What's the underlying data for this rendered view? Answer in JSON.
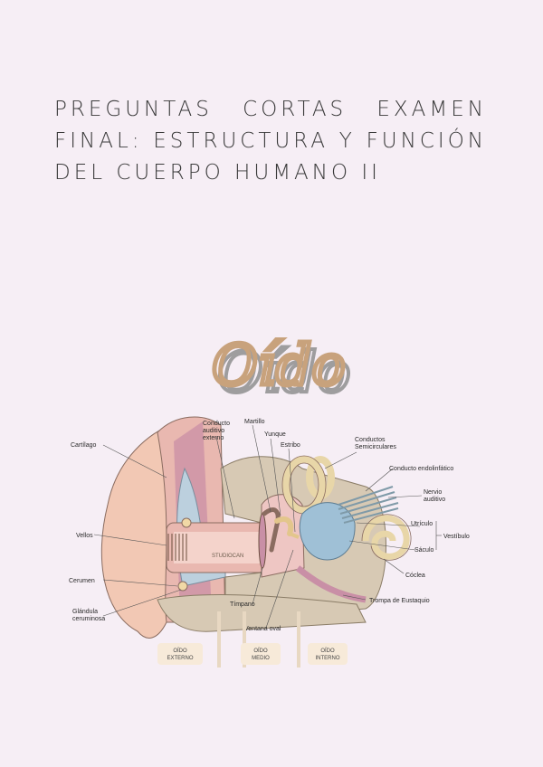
{
  "page": {
    "title": "PREGUNTAS CORTAS EXAMEN FINAL: ESTRUCTURA Y FUNCIÓN DEL CUERPO HUMANO II"
  },
  "heading": {
    "text": "Oído"
  },
  "diagram": {
    "labels": {
      "cartilago": "Cartílago",
      "conducto_auditivo": "Conducto",
      "conducto_auditivo_2": "auditivo",
      "conducto_auditivo_3": "externo",
      "martillo": "Martillo",
      "yunque": "Yunque",
      "estribo": "Estribo",
      "canales": "Conductos",
      "canales_2": "Semicirculares",
      "conducto_endolinfatico": "Conducto endolinfático",
      "nervio": "Nervio",
      "nervio_2": "auditivo",
      "utriculo": "Utrículo",
      "vestibulo": "Vestíbulo",
      "saculo": "Sáculo",
      "coclea": "Cóclea",
      "vellos": "Vellos",
      "cerumen": "Cerumen",
      "glandula": "Glándula",
      "glandula_2": "ceruminosa",
      "timpano": "Tímpano",
      "ventana_oval": "Ventana oval",
      "trompa": "Trompa de Eustaquio"
    },
    "tags": {
      "externo_1": "OÍDO",
      "externo_2": "EXTERNO",
      "medio_1": "OÍDO",
      "medio_2": "MEDIO",
      "interno_1": "OÍDO",
      "interno_2": "INTERNO"
    },
    "watermark": "STUDIOCAN"
  },
  "colors": {
    "background": "#f6eef5",
    "heading_brown": "#c8a27c",
    "heading_grey": "#8f8f8f",
    "skin": "#f2c8b4",
    "bone": "#d7c9b4",
    "canal_blue": "#bcd0de",
    "inner_blue": "#9fc0d6",
    "mauve": "#c98fa6",
    "ossicle": "#f1d9a6",
    "tag_bg": "#f7ead9"
  }
}
